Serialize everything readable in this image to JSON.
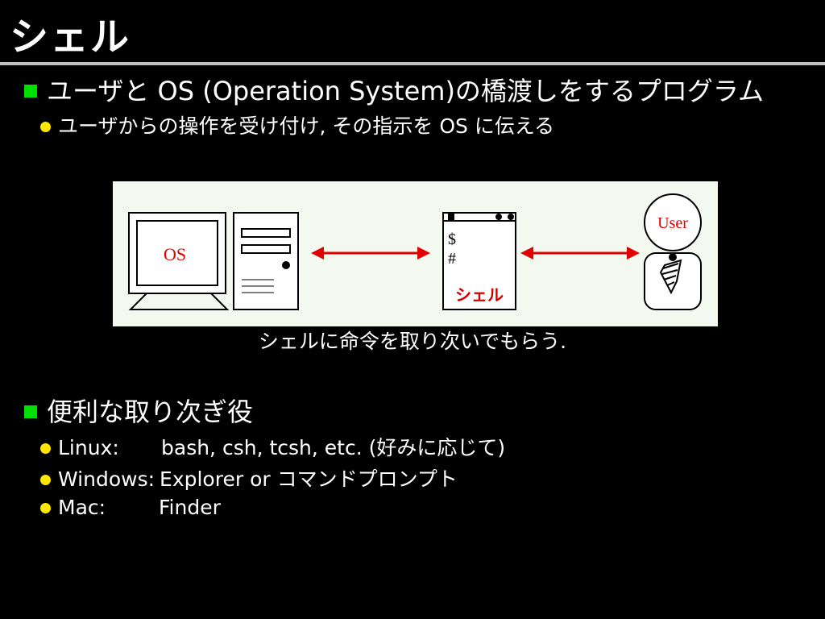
{
  "slide": {
    "title": "シェル"
  },
  "section1": {
    "heading": "ユーザと OS (Operation System)の橋渡しをするプログラム",
    "sub_items": [
      {
        "text": "ユーザからの操作を受け付け, その指示を OS に伝える"
      }
    ]
  },
  "diagram": {
    "os_label": "OS",
    "shell_prompt_dollar": "$",
    "shell_prompt_hash": "#",
    "shell_label": "シェル",
    "user_label": "User",
    "caption": "シェルに命令を取り次いでもらう."
  },
  "section2": {
    "heading": "便利な取り次ぎ役",
    "sub_items": [
      {
        "name": "Linux:",
        "value": "bash, csh, tcsh, etc. (好みに応じて)"
      },
      {
        "name": "Windows:",
        "value": "Explorer or コマンドプロンプト"
      },
      {
        "name": "Mac:",
        "value": "Finder"
      }
    ]
  },
  "colors": {
    "background": "#000000",
    "l1_bullet": "#00e000",
    "l2_bullet": "#ffe600",
    "arrow": "#e00000",
    "shell_label": "#d00000",
    "diagram_bg": "#f4f9f0"
  }
}
